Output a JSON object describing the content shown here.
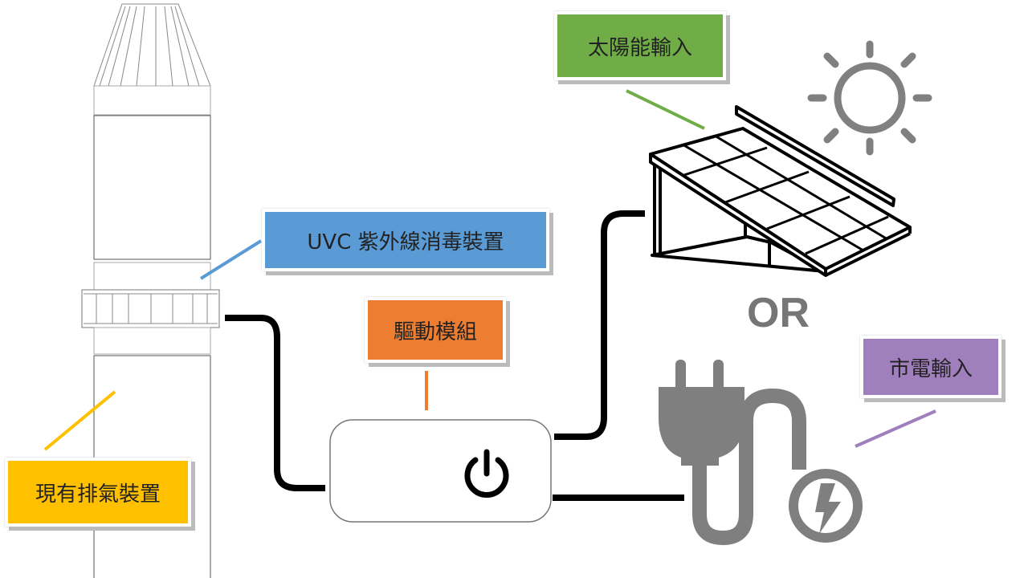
{
  "labels": {
    "uvc": "UVC 紫外線消毒裝置",
    "driver": "驅動模組",
    "solar": "太陽能輸入",
    "mains": "市電輸入",
    "exhaust": "現有排氣裝置",
    "or": "OR"
  },
  "colors": {
    "uvc": "#5b9bd5",
    "driver": "#ed7d31",
    "solar": "#70ad47",
    "mains": "#a07fbd",
    "exhaust": "#ffc000",
    "icon_gray": "#7f7f7f"
  },
  "icons": [
    "exhaust-pipe",
    "power-icon",
    "solar-panel",
    "sun-icon",
    "plug-icon",
    "lightning-icon"
  ]
}
